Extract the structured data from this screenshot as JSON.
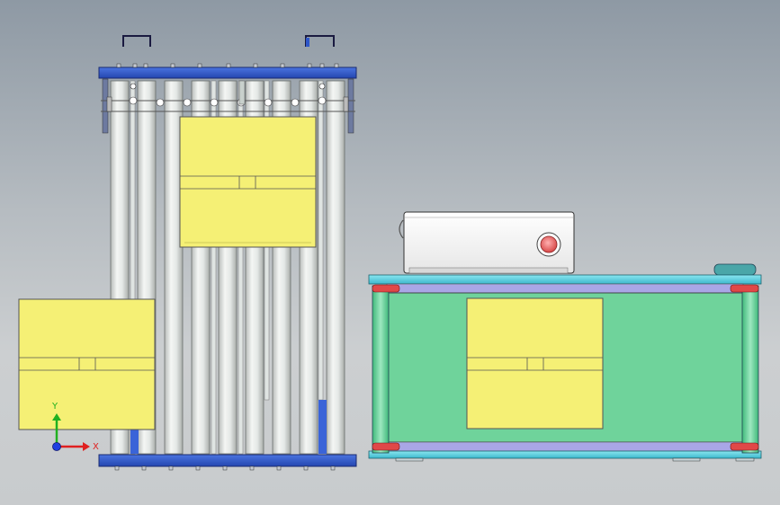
{
  "scene": {
    "background_top": "#8e99a4",
    "background_bottom": "#c8cbcd",
    "roller_conveyor": {
      "frame_color": "#2e56c8",
      "roller_color": "#e6eae8",
      "roller_count": 9,
      "highlight_color": "#3a64d8"
    },
    "belt_conveyor": {
      "belt_color": "#6fd39b",
      "frame_color": "#5fd0e0",
      "roller_cap_color": "#e04848",
      "guide_color": "#a9a6e6"
    },
    "motor_box": {
      "body_color": "#f4f4f4",
      "button_color": "#e86a6a"
    },
    "cartons": {
      "color": "#f5f075",
      "count": 3
    }
  },
  "triad": {
    "x_label": "X",
    "y_label": "Y",
    "x_color": "#e02020",
    "y_color": "#20b020",
    "z_color": "#2040e0"
  }
}
